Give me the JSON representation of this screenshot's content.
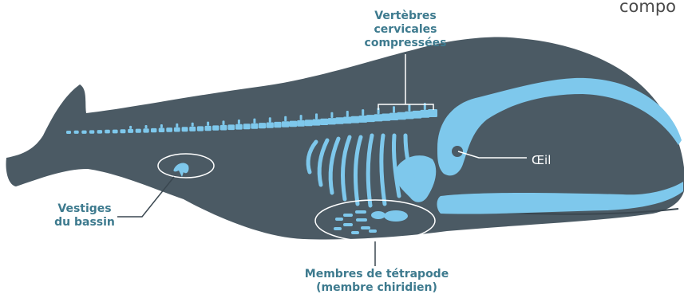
{
  "header": {
    "corner_text": "compo"
  },
  "labels": {
    "vertebrae": [
      "Vertèbres",
      "cervicales",
      "compressées"
    ],
    "eye": "Œil",
    "pelvis": [
      "Vestiges",
      "du bassin"
    ],
    "limbs": [
      "Membres de tétrapode",
      "(membre chiridien)"
    ]
  },
  "colors": {
    "body": "#4b5a64",
    "bone": "#7ec8ec",
    "label": "#3d7a8e",
    "callout": "#ffffff"
  }
}
